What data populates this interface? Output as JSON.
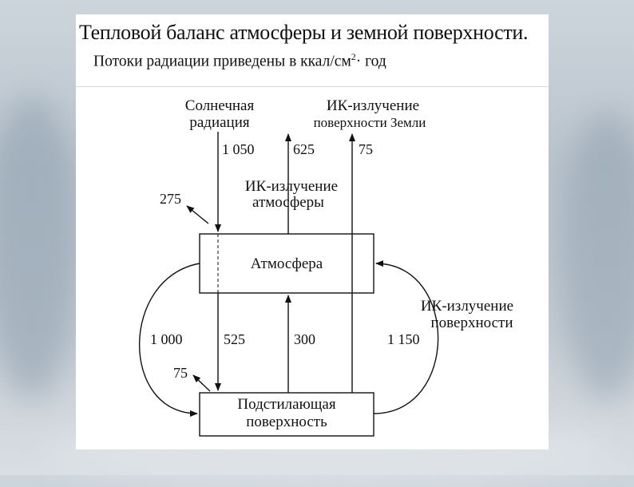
{
  "header": {
    "title": "Тепловой баланс атмосферы и земной поверхности.",
    "subtitle_prefix": "Потоки радиации приведены в ккал/см",
    "subtitle_sup": "2",
    "subtitle_suffix": "· год"
  },
  "diagram": {
    "labels": {
      "solar_line1": "Солнечная",
      "solar_line2": "радиация",
      "ir_earth_line1": "ИК-излучение",
      "ir_earth_line2": "поверхности Земли",
      "ir_atm_line1": "ИК-излучение",
      "ir_atm_line2": "атмосферы",
      "ir_surface_line1": "ИК-излучение",
      "ir_surface_line2": "поверхности"
    },
    "boxes": {
      "atmosphere": "Атмосфера",
      "surface_line1": "Подстилающая",
      "surface_line2": "поверхность"
    },
    "flows": {
      "solar_in": "1 050",
      "atm_out": "625",
      "surface_window": "75",
      "reflected_atm": "275",
      "back_radiation": "1 000",
      "solar_to_surface": "525",
      "heat_up": "300",
      "surface_ir": "1 150",
      "reflected_surface": "75"
    }
  },
  "colors": {
    "stroke": "#111111",
    "card": "#ffffff",
    "background": "#c3ccd4"
  }
}
